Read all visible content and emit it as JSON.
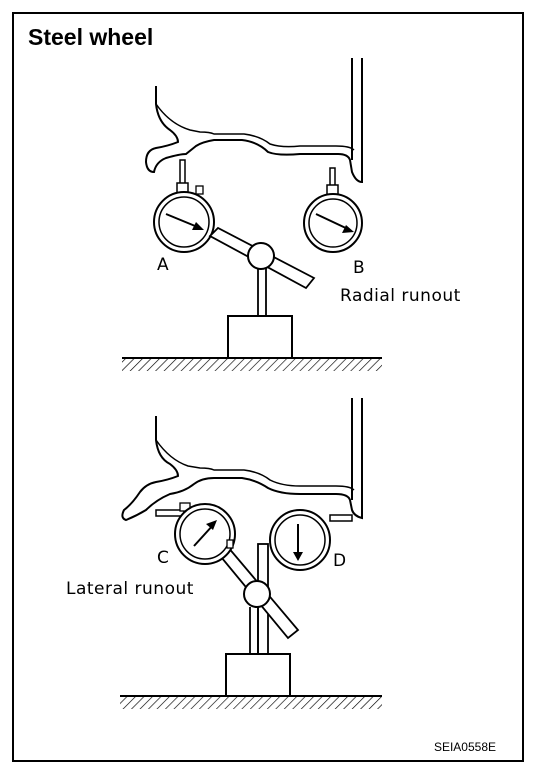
{
  "title": "Steel wheel",
  "top_diagram": {
    "gauge_a_label": "A",
    "gauge_b_label": "B",
    "caption": "Radial runout"
  },
  "bottom_diagram": {
    "gauge_c_label": "C",
    "gauge_d_label": "D",
    "caption": "Lateral runout"
  },
  "figure_code": "SEIA0558E"
}
